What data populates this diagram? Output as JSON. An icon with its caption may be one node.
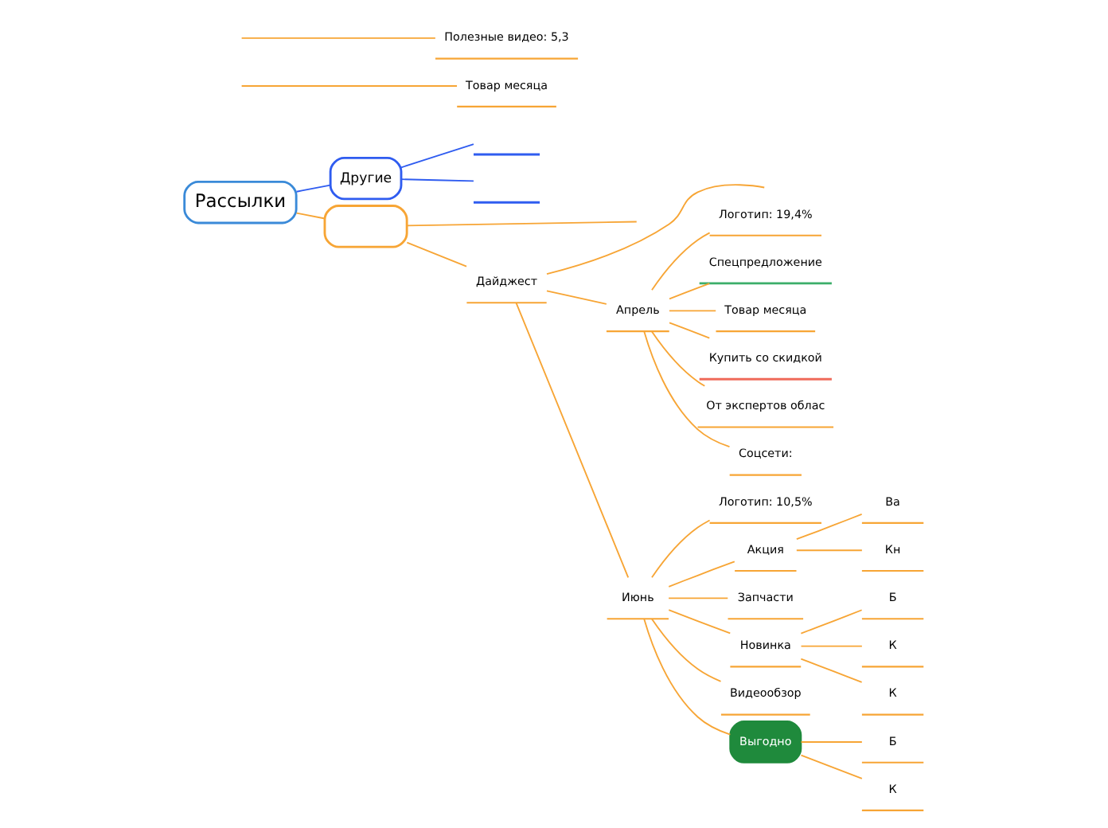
{
  "diagram": {
    "nodes": [
      {
        "text": [
          "Рассылки"
        ]
      },
      {
        "text": [
          "Другие"
        ]
      },
      {
        "text": [],
        "shape": "bar"
      },
      {
        "text": [],
        "shape": "bar"
      },
      {
        "text": [],
        "shape": "box"
      },
      {
        "text": [
          "Дайджест"
        ]
      },
      {
        "text": [
          "Товар месяца"
        ]
      },
      {
        "text": [
          "Полезные видео: 5,3"
        ]
      },
      {
        "text": [
          "Апрель"
        ]
      },
      {
        "text": [
          "Логотип: 19,4%"
        ]
      },
      {
        "text": [
          "Спецпредложение"
        ]
      },
      {
        "text": [
          "Товар месяца"
        ]
      },
      {
        "text": [
          "Купить со скидкой"
        ]
      },
      {
        "text": [
          "От экспертов облас"
        ]
      },
      {
        "text": [
          "Соцсети:"
        ]
      },
      {
        "text": [
          "Июнь"
        ]
      },
      {
        "text": [
          "Логотип: 10,5%"
        ]
      },
      {
        "text": [
          "Акция"
        ]
      },
      {
        "text": [
          "Ва"
        ]
      },
      {
        "text": [
          "Кн"
        ]
      },
      {
        "text": [
          "Запчасти"
        ]
      },
      {
        "text": [
          "Новинка"
        ]
      },
      {
        "text": [
          "Б"
        ]
      },
      {
        "text": [
          "К"
        ]
      },
      {
        "text": [
          "К"
        ]
      },
      {
        "text": [
          "Видеообзор"
        ]
      },
      {
        "text": [
          "Выгодно"
        ]
      },
      {
        "text": [
          "Б"
        ]
      },
      {
        "text": [
          "К"
        ]
      }
    ],
    "edges": [
      {
        "from": 0,
        "to": 1,
        "arrow": "none",
        "color": "#2f5cf0"
      },
      {
        "from": 1,
        "to": 2,
        "arrow": "none",
        "color": "#2f5cf0"
      },
      {
        "from": 1,
        "to": 3,
        "arrow": "none",
        "color": "#2f5cf0"
      },
      {
        "from": 0,
        "to": 4,
        "arrow": "none"
      },
      {
        "from": 4,
        "to": 5,
        "arrow": "none"
      },
      {
        "from": 4,
        "to": null,
        "arrow": "none"
      },
      {
        "from": 5,
        "to": null,
        "arrow": "none"
      },
      {
        "from": null,
        "to": 6,
        "arrow": "none"
      },
      {
        "from": null,
        "to": 7,
        "arrow": "none"
      },
      {
        "from": 5,
        "to": 8,
        "arrow": "none"
      },
      {
        "from": 8,
        "to": 9,
        "arrow": "none"
      },
      {
        "from": 8,
        "to": 10,
        "arrow": "none"
      },
      {
        "from": 8,
        "to": 11,
        "arrow": "none"
      },
      {
        "from": 8,
        "to": 12,
        "arrow": "none"
      },
      {
        "from": 8,
        "to": 13,
        "arrow": "none"
      },
      {
        "from": 8,
        "to": 14,
        "arrow": "none"
      },
      {
        "from": 5,
        "to": 15,
        "arrow": "none"
      },
      {
        "from": 15,
        "to": 16,
        "arrow": "none"
      },
      {
        "from": 15,
        "to": 17,
        "arrow": "none"
      },
      {
        "from": 17,
        "to": 18,
        "arrow": "none"
      },
      {
        "from": 17,
        "to": 19,
        "arrow": "none"
      },
      {
        "from": 15,
        "to": 20,
        "arrow": "none"
      },
      {
        "from": 15,
        "to": 21,
        "arrow": "none"
      },
      {
        "from": 21,
        "to": 22,
        "arrow": "none"
      },
      {
        "from": 21,
        "to": 23,
        "arrow": "none"
      },
      {
        "from": 21,
        "to": 24,
        "arrow": "none"
      },
      {
        "from": 15,
        "to": 25,
        "arrow": "none"
      },
      {
        "from": 15,
        "to": 26,
        "arrow": "none"
      },
      {
        "from": 26,
        "to": 27,
        "arrow": "none"
      },
      {
        "from": 26,
        "to": 28,
        "arrow": "none"
      }
    ]
  }
}
